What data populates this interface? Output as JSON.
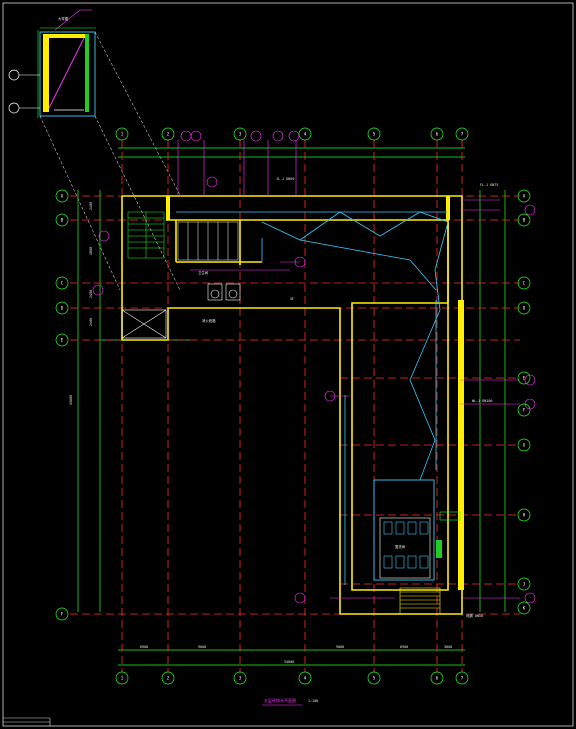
{
  "drawing": {
    "title": "五层给排水平面图",
    "scale": "1:100",
    "colors": {
      "background": "#000000",
      "wall": "#ffee00",
      "axis": "#ff2a2a",
      "dimension": "#22ff22",
      "pipe": "#33ccff",
      "leader": "#ff33ff",
      "text": "#ffffff"
    }
  },
  "grid": {
    "top_axes": [
      "1",
      "2",
      "3",
      "4",
      "5",
      "6",
      "7"
    ],
    "bottom_axes": [
      "1",
      "2",
      "3",
      "4",
      "5",
      "6",
      "7"
    ],
    "left_axes": [
      "A",
      "B",
      "C",
      "D",
      "E",
      "F"
    ],
    "right_axes": [
      "A",
      "B",
      "C",
      "D",
      "E",
      "F",
      "G",
      "H",
      "J",
      "K"
    ]
  },
  "dimensions": {
    "bottom_segments": [
      "6900",
      "9000",
      "9000",
      "6900",
      "3000"
    ],
    "bottom_total": "34800",
    "left_total": "45600",
    "left_segments": [
      "2400",
      "4800",
      "2400",
      "2400"
    ]
  },
  "labels": {
    "room_1": "卫生间",
    "room_2": "盥洗间",
    "pipe_1": "JL-1  DN50",
    "pipe_2": "WL-1  DN100",
    "pipe_3": "FL-1  DN75",
    "note_1": "消火栓箱",
    "note_2": "地漏 DN50",
    "level": "5F"
  },
  "detail": {
    "label": "大样图"
  }
}
